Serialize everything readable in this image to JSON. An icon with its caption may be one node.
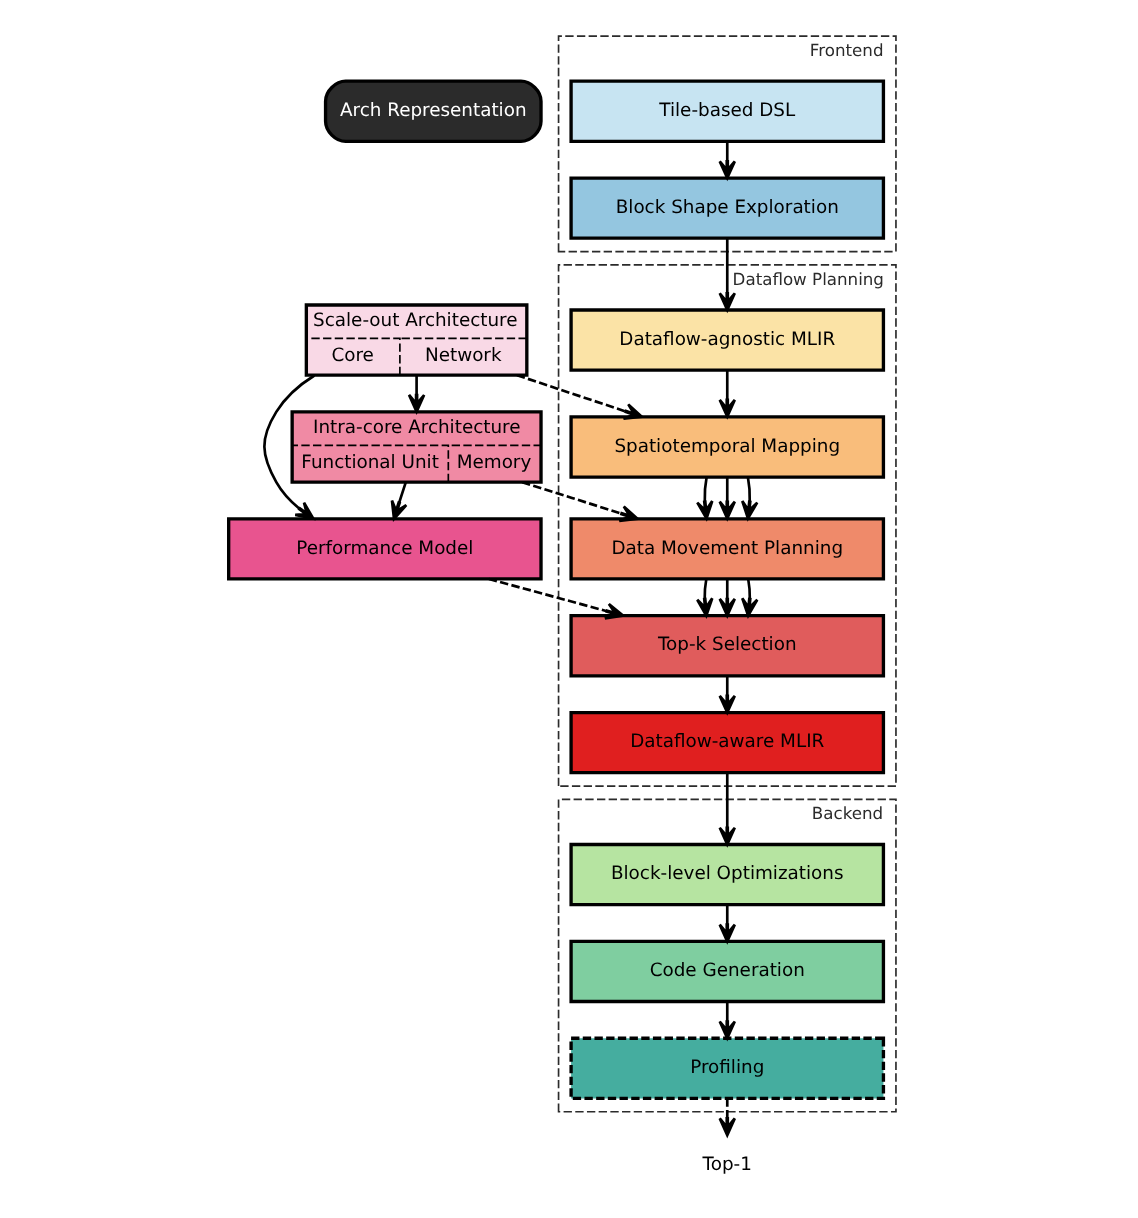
{
  "diagram": {
    "nodes": [
      {
        "text": [
          "Arch Representation"
        ]
      },
      {
        "text": [
          "Scale-out Architecture",
          "Core",
          "Network"
        ]
      },
      {
        "text": [
          "Intra-core Architecture",
          "Functional Unit",
          "Memory"
        ]
      },
      {
        "text": [
          "Performance Model"
        ]
      },
      {
        "text": [
          "Frontend"
        ]
      },
      {
        "text": [
          "Tile-based DSL"
        ],
        "in": 4
      },
      {
        "text": [
          "Block Shape Exploration"
        ],
        "in": 4
      },
      {
        "text": [
          "Dataflow Planning"
        ]
      },
      {
        "text": [
          "Dataflow-agnostic MLIR"
        ],
        "in": 7
      },
      {
        "text": [
          "Spatiotemporal Mapping"
        ],
        "in": 7
      },
      {
        "text": [
          "Data Movement Planning"
        ],
        "in": 7
      },
      {
        "text": [
          "Top-k Selection"
        ],
        "in": 7
      },
      {
        "text": [
          "Dataflow-aware MLIR"
        ],
        "in": 7
      },
      {
        "text": [
          "Backend"
        ]
      },
      {
        "text": [
          "Block-level Optimizations"
        ],
        "in": 13
      },
      {
        "text": [
          "Code Generation"
        ],
        "in": 13
      },
      {
        "text": [
          "Profiling"
        ],
        "in": 13
      },
      {
        "text": [
          "Top-1"
        ]
      }
    ],
    "edges": [
      {
        "from": 5,
        "to": 6,
        "arrow": "to"
      },
      {
        "from": 6,
        "to": 8,
        "arrow": "to"
      },
      {
        "from": 8,
        "to": 9,
        "arrow": "to"
      },
      {
        "from": 9,
        "to": 10,
        "arrow": "to"
      },
      {
        "from": 9,
        "to": 10,
        "arrow": "to"
      },
      {
        "from": 9,
        "to": 10,
        "arrow": "to"
      },
      {
        "from": 10,
        "to": 11,
        "arrow": "to"
      },
      {
        "from": 10,
        "to": 11,
        "arrow": "to"
      },
      {
        "from": 10,
        "to": 11,
        "arrow": "to"
      },
      {
        "from": 11,
        "to": 12,
        "arrow": "to"
      },
      {
        "from": 12,
        "to": 14,
        "arrow": "to"
      },
      {
        "from": 14,
        "to": 15,
        "arrow": "to"
      },
      {
        "from": 15,
        "to": 16,
        "arrow": "to"
      },
      {
        "from": 16,
        "to": 17,
        "arrow": "to",
        "style": "dashed"
      },
      {
        "from": 1,
        "to": 2,
        "arrow": "to"
      },
      {
        "from": 1,
        "to": 3,
        "arrow": "to"
      },
      {
        "from": 2,
        "to": 3,
        "arrow": "to"
      },
      {
        "from": 1,
        "to": 9,
        "arrow": "to",
        "style": "dashed"
      },
      {
        "from": 2,
        "to": 10,
        "arrow": "to",
        "style": "dashed"
      },
      {
        "from": 3,
        "to": 11,
        "arrow": "to",
        "style": "dashed"
      }
    ]
  }
}
